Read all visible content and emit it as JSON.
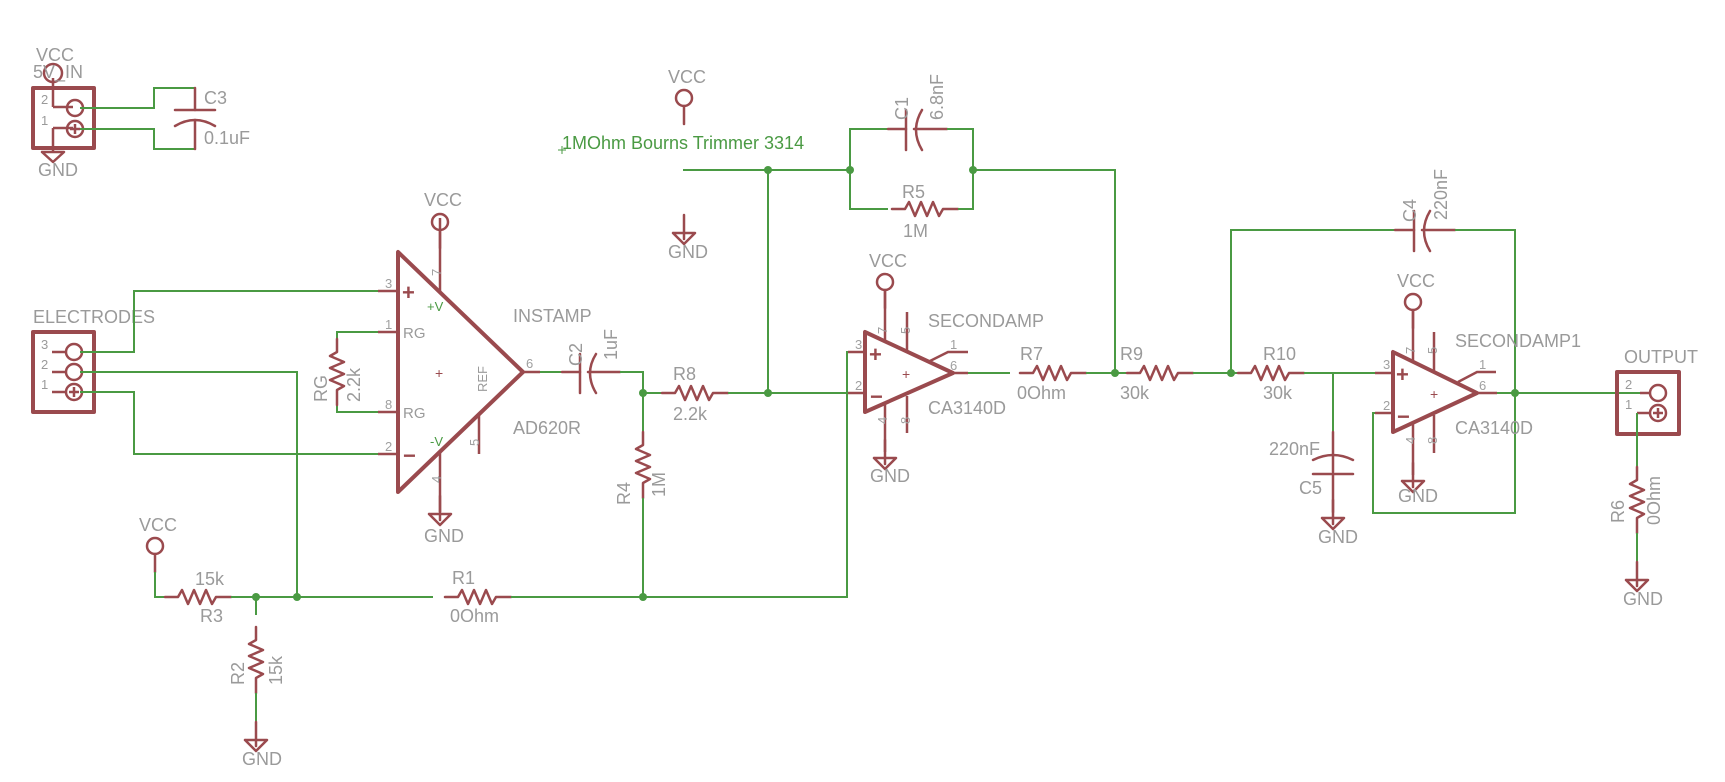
{
  "title": "EMG / biopotential amplifier schematic",
  "colors": {
    "wire": "#4a9a43",
    "part": "#9a4a4e",
    "label": "#9a9a9a",
    "background": "#ffffff"
  },
  "power": {
    "vcc": "VCC",
    "gnd": "GND"
  },
  "connectors": {
    "power_in": {
      "name": "5V_IN",
      "pins": [
        "2",
        "1"
      ]
    },
    "electrodes": {
      "name": "ELECTRODES",
      "pins": [
        "3",
        "2",
        "1"
      ]
    },
    "output": {
      "name": "OUTPUT",
      "pins": [
        "2",
        "1"
      ]
    }
  },
  "trimmer_label": "1MOhm Bourns Trimmer 3314",
  "amps": {
    "instamp": {
      "name": "INSTAMP",
      "part": "AD620R",
      "pins": {
        "in_plus": "3",
        "rg1": "1",
        "rg8": "8",
        "in_minus": "2",
        "vplus": "7",
        "vminus": "4",
        "ref": "5",
        "out": "6"
      },
      "pin_labels": {
        "rg": "RG",
        "vplus": "+V",
        "vminus": "-V",
        "ref": "REF"
      }
    },
    "secondamp": {
      "name": "SECONDAMP",
      "part": "CA3140D",
      "pins": {
        "in_plus": "3",
        "in_minus": "2",
        "vplus": "7",
        "vminus": "4",
        "p5": "5",
        "p8": "8",
        "p1": "1",
        "out": "6"
      }
    },
    "secondamp1": {
      "name": "SECONDAMP1",
      "part": "CA3140D",
      "pins": {
        "in_plus": "3",
        "in_minus": "2",
        "vplus": "7",
        "vminus": "4",
        "p5": "5",
        "p8": "8",
        "p1": "1",
        "out": "6"
      }
    }
  },
  "components": {
    "C1": {
      "ref": "C1",
      "value": "6.8nF"
    },
    "C2": {
      "ref": "C2",
      "value": "1uF"
    },
    "C3": {
      "ref": "C3",
      "value": "0.1uF"
    },
    "C4": {
      "ref": "C4",
      "value": "220nF"
    },
    "C5": {
      "ref": "C5",
      "value": "220nF"
    },
    "RG": {
      "ref": "RG",
      "value": "2.2k"
    },
    "R1": {
      "ref": "R1",
      "value": "0Ohm"
    },
    "R2": {
      "ref": "R2",
      "value": "15k"
    },
    "R3": {
      "ref": "R3",
      "value": "15k"
    },
    "R4": {
      "ref": "R4",
      "value": "1M"
    },
    "R5": {
      "ref": "R5",
      "value": "1M"
    },
    "R6": {
      "ref": "R6",
      "value": "0Ohm"
    },
    "R7": {
      "ref": "R7",
      "value": "0Ohm"
    },
    "R8": {
      "ref": "R8",
      "value": "2.2k"
    },
    "R9": {
      "ref": "R9",
      "value": "30k"
    },
    "R10": {
      "ref": "R10",
      "value": "30k"
    }
  }
}
